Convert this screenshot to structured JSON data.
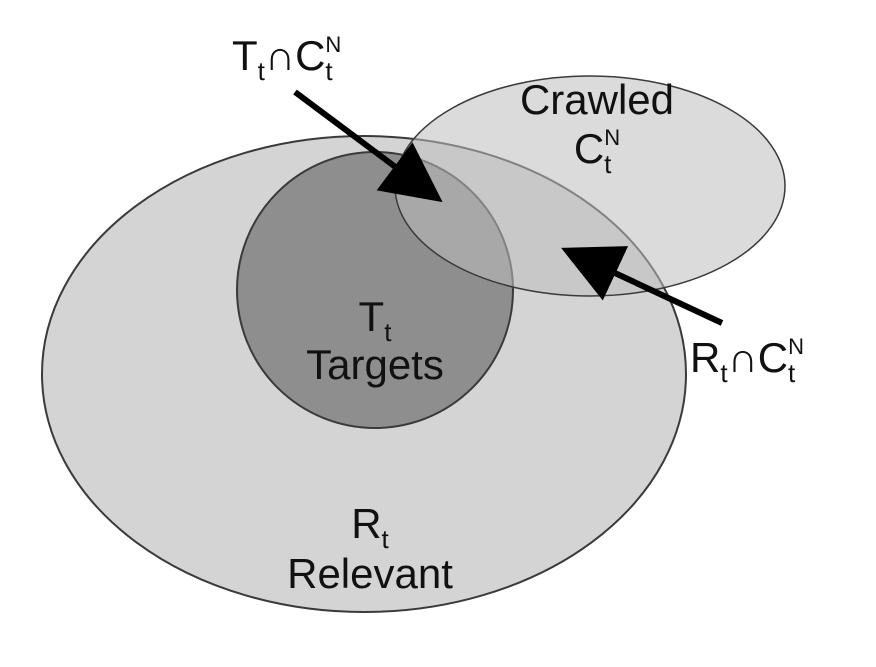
{
  "sets": {
    "relevant": {
      "symbol": "R",
      "subscript": "t",
      "name": "Relevant"
    },
    "targets": {
      "symbol": "T",
      "subscript": "t",
      "name": "Targets"
    },
    "crawled": {
      "name": "Crawled",
      "symbol": "C",
      "superscript": "N",
      "subscript": "t"
    }
  },
  "callouts": {
    "targets_crawled": {
      "left": "T",
      "left_sub": "t",
      "op": "∩",
      "right": "C",
      "right_sup": "N",
      "right_sub": "t"
    },
    "relevant_crawled": {
      "left": "R",
      "left_sub": "t",
      "op": "∩",
      "right": "C",
      "right_sup": "N",
      "right_sub": "t"
    }
  },
  "colors": {
    "relevant_fill": "#d4d4d4",
    "targets_fill": "#8e8e8e",
    "crawled_fill": "#bdbdbd",
    "outline": "#3a3a3a",
    "arrow": "#000000"
  }
}
